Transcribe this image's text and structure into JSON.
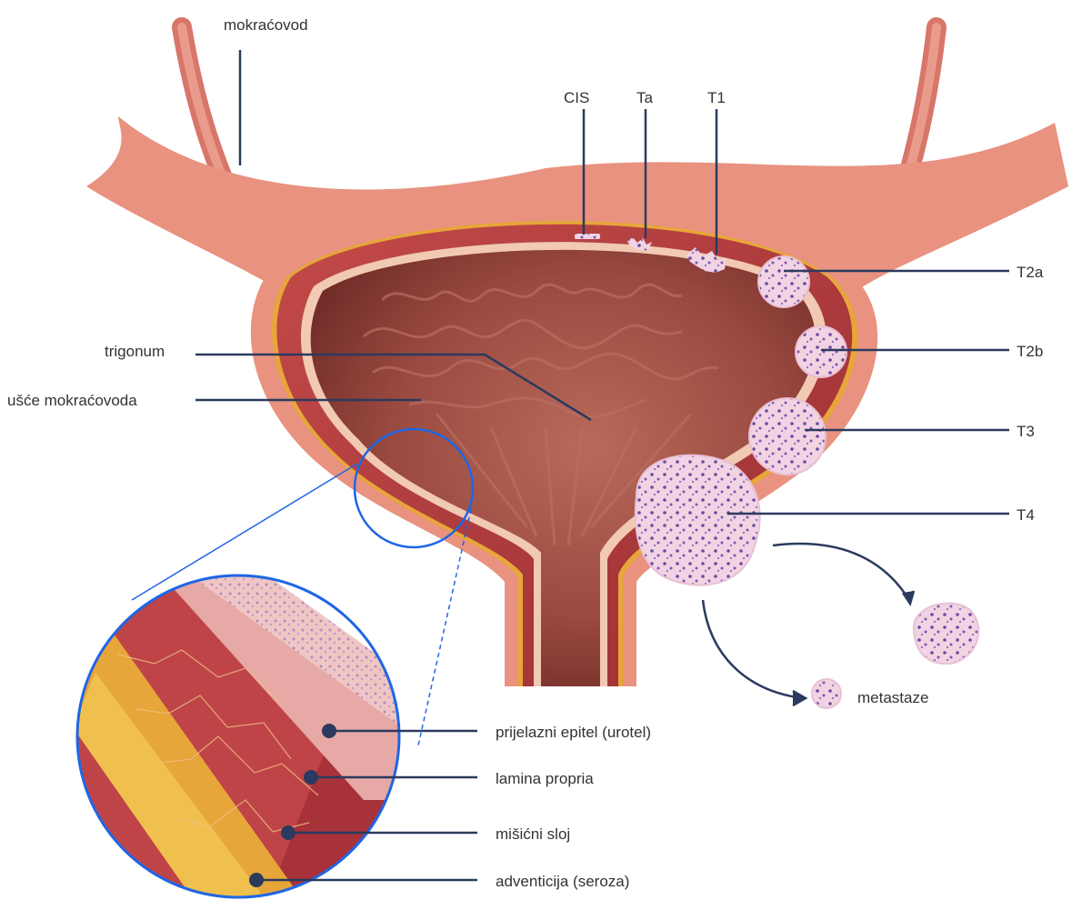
{
  "labels": {
    "ureter": "mokraćovod",
    "cis": "CIS",
    "ta": "Ta",
    "t1": "T1",
    "t2a": "T2a",
    "t2b": "T2b",
    "t3": "T3",
    "t4": "T4",
    "trigone": "trigonum",
    "ureteral_orifice": "ušće mokraćovoda",
    "metastases": "metastaze",
    "urothelium": "prijelazni epitel (urotel)",
    "lamina_propria": "lamina propria",
    "muscle_layer": "mišićni sloj",
    "adventitia": "adventicija (seroza)"
  },
  "colors": {
    "outer_tissue": "#e8927f",
    "muscle_wall": "#b53a3e",
    "serosa": "#e7a63a",
    "cavity": "#8e3d36",
    "lining": "#f5d0bd",
    "tumor": "#efcfe0",
    "tumor_cells": "#6a4aa0",
    "leader_line": "#2b3a5e",
    "zoom_circle": "#1f66e5"
  }
}
